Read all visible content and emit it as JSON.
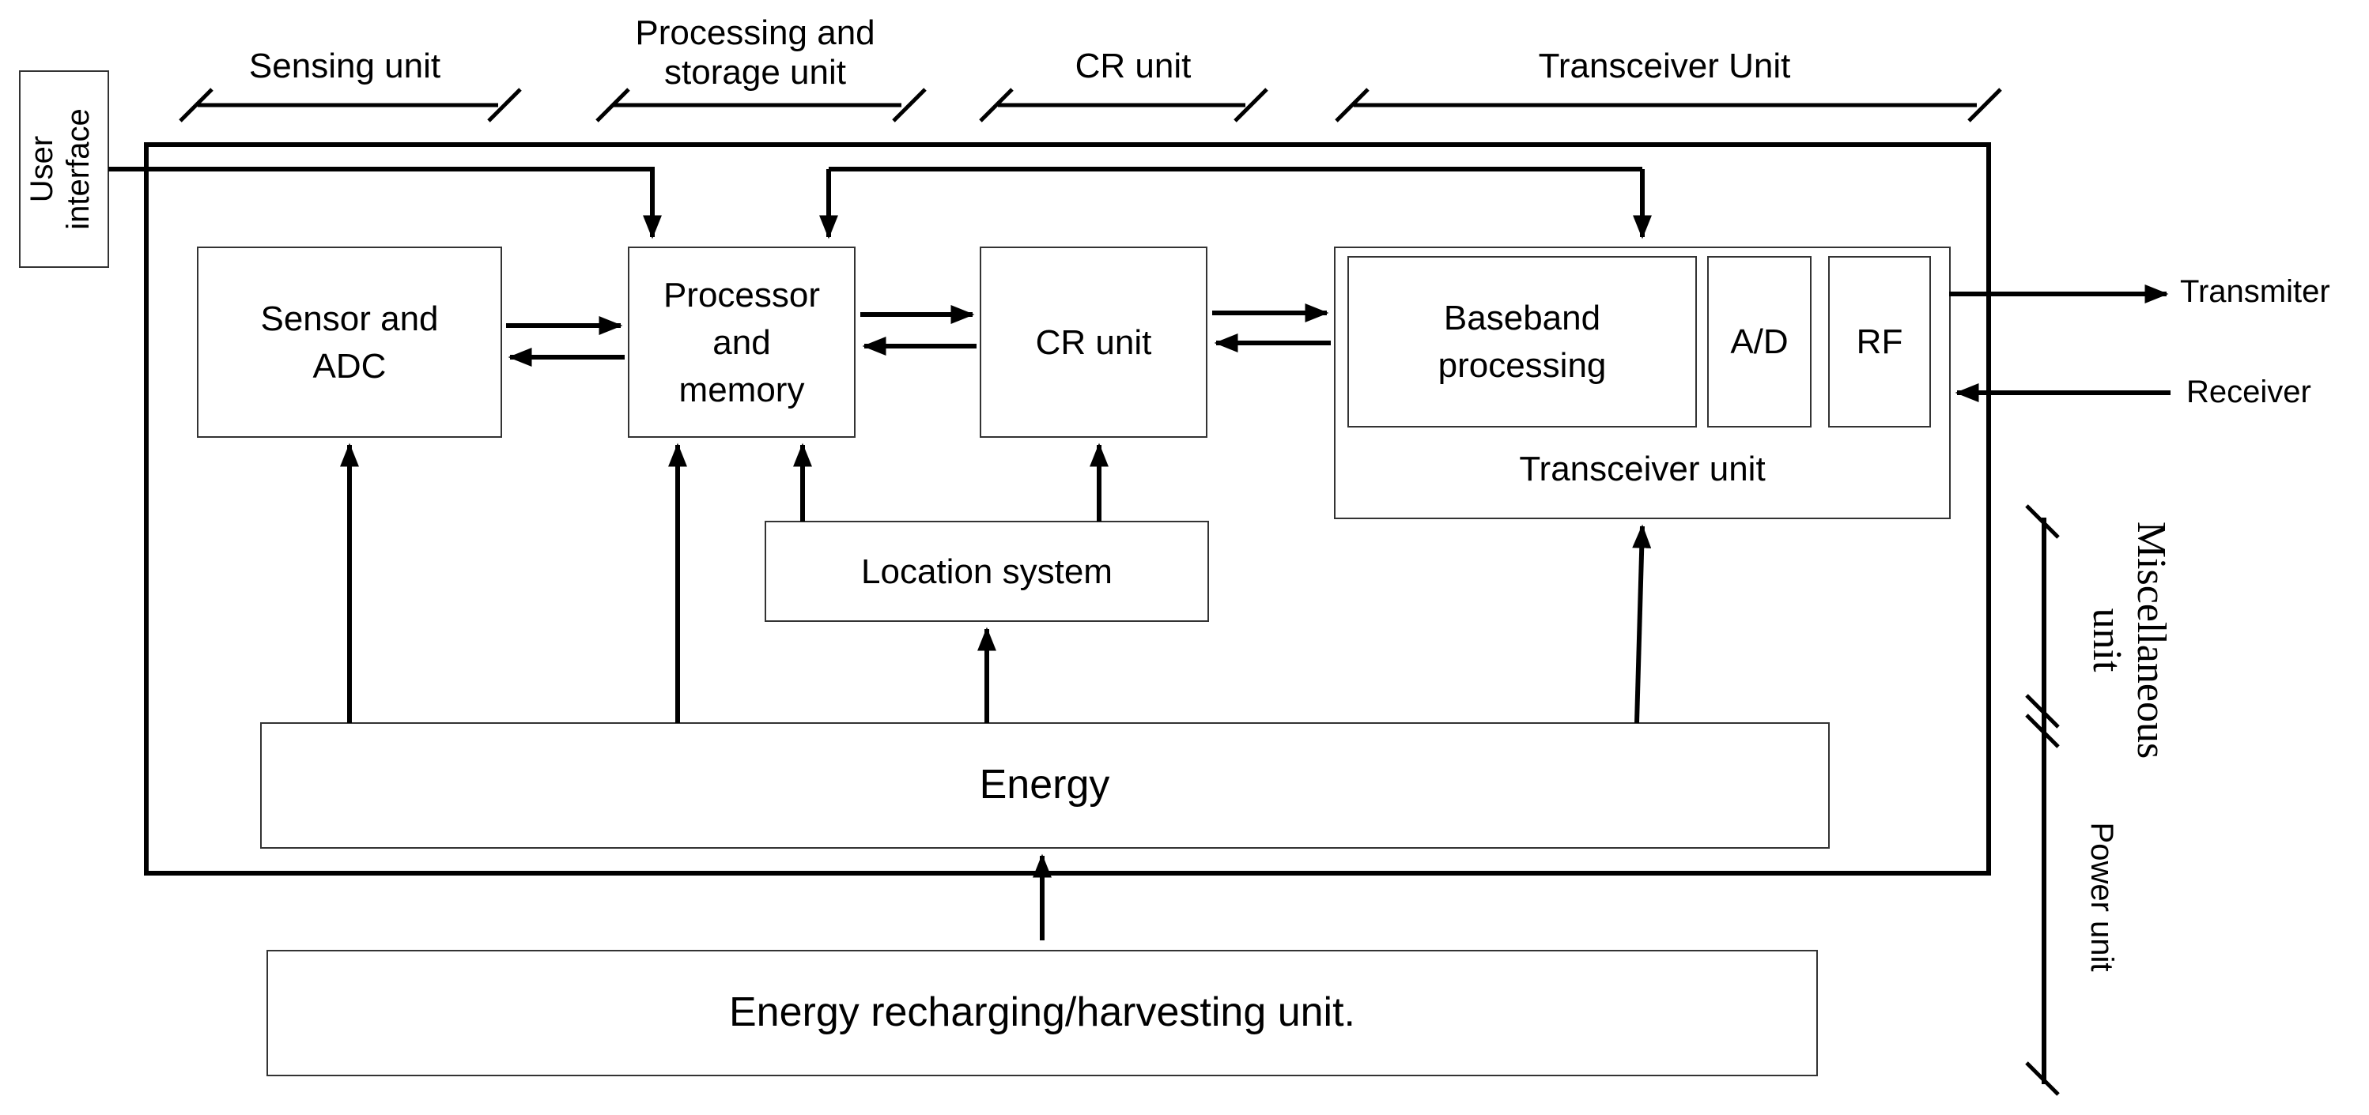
{
  "groups": {
    "sensing": "Sensing unit",
    "processing_line1": "Processing  and",
    "processing_line2": "storage unit",
    "cr": "CR unit",
    "transceiver": "Transceiver Unit"
  },
  "user_interface": {
    "line1": "User",
    "line2": "interface"
  },
  "blocks": {
    "sensor_line1": "Sensor and",
    "sensor_line2": "ADC",
    "processor_line1": "Processor",
    "processor_line2": "and",
    "processor_line3": "memory",
    "cr_unit": "CR unit",
    "baseband_line1": "Baseband",
    "baseband_line2": "processing",
    "ad": "A/D",
    "rf": "RF",
    "transceiver_unit": "Transceiver unit",
    "location": "Location system",
    "energy": "Energy",
    "recharging": "Energy recharging/harvesting unit."
  },
  "io": {
    "transmitter": "Transmiter",
    "receiver": "Receiver"
  },
  "side": {
    "misc_line1": "Miscellaneous",
    "misc_line2": "unit",
    "power": "Power unit"
  }
}
